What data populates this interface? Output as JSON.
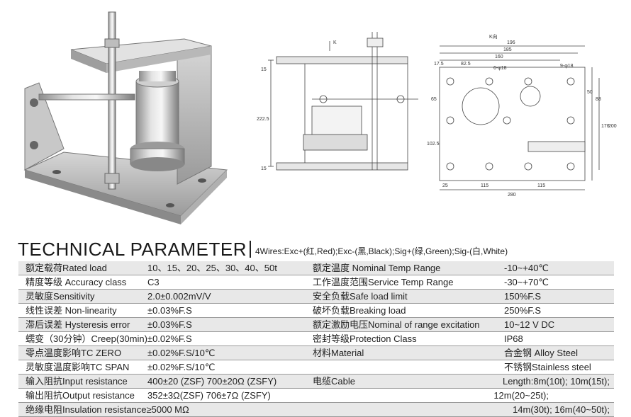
{
  "drawing_labels": {
    "k_arrow": "K",
    "k_view": "K向",
    "dims": {
      "d196": "196",
      "d185": "185",
      "d160": "160",
      "d82_5": "82.5",
      "d6_phi18": "6-φ18",
      "d9_phi18": "9-φ18",
      "d17_5": "17.5",
      "d50": "50",
      "d88": "88",
      "d65": "65",
      "d102_5": "102.5",
      "d176": "176",
      "d200": "200",
      "d25": "25",
      "d115a": "115",
      "d115b": "115",
      "d280": "280",
      "d15a": "15",
      "d222_5": "222.5",
      "d15b": "15"
    }
  },
  "header": {
    "title": "TECHNICAL PARAMETER",
    "wires": "4Wires:Exc+(红,Red);Exc-(黑,Black);Sig+(绿,Green);Sig-(白,White)"
  },
  "rows": [
    {
      "k1": "额定载荷Rated load",
      "v1": "10、15、20、25、30、40、50t",
      "k2": "额定温度 Nominal Temp Range",
      "v2": "-10~+40℃"
    },
    {
      "k1": "精度等级 Accuracy class",
      "v1": "C3",
      "k2": "工作温度范围Service Temp Range",
      "v2": "-30~+70℃"
    },
    {
      "k1": "灵敏度Sensitivity",
      "v1": "2.0±0.002mV/V",
      "k2": "安全负载Safe load limit",
      "v2": "150%F.S"
    },
    {
      "k1": "线性误差 Non-linearity",
      "v1": "±0.03%F.S",
      "k2": "破坏负载Breaking load",
      "v2": "250%F.S"
    },
    {
      "k1": "滞后误差 Hysteresis error",
      "v1": "±0.03%F.S",
      "k2": "额定激励电压Nominal of range excitation",
      "v2": "10~12 V DC"
    },
    {
      "k1": "蠕变（30分钟）Creep(30min)±0.02%F.S",
      "v1": "",
      "k2": "密封等级Protection Class",
      "v2": "IP68"
    },
    {
      "k1": "零点温度影响TC ZERO",
      "v1": "±0.02%F.S/10℃",
      "k2": "材料Material",
      "v2": "合金钢 Alloy Steel"
    },
    {
      "k1": "灵敏度温度影响TC SPAN",
      "v1": "±0.02%F.S/10℃",
      "k2": "",
      "v2": "不锈钢Stainless steel"
    },
    {
      "k1": "输入阻抗Input resistance",
      "v1": "400±20 (ZSF) 700±20Ω (ZSFY)",
      "k2": "电缆Cable",
      "v2": "Length:8m(10t); 10m(15t);"
    },
    {
      "k1": "输出阻抗Output resistance",
      "v1": "352±3Ω(ZSF)   706±7Ω  (ZSFY)",
      "k2": "",
      "v2": "12m(20~25t);"
    },
    {
      "k1": "绝缘电阻Insulation resistance≥5000 MΩ",
      "v1": "",
      "k2": "",
      "v2": "14m(30t); 16m(40~50t);"
    }
  ]
}
